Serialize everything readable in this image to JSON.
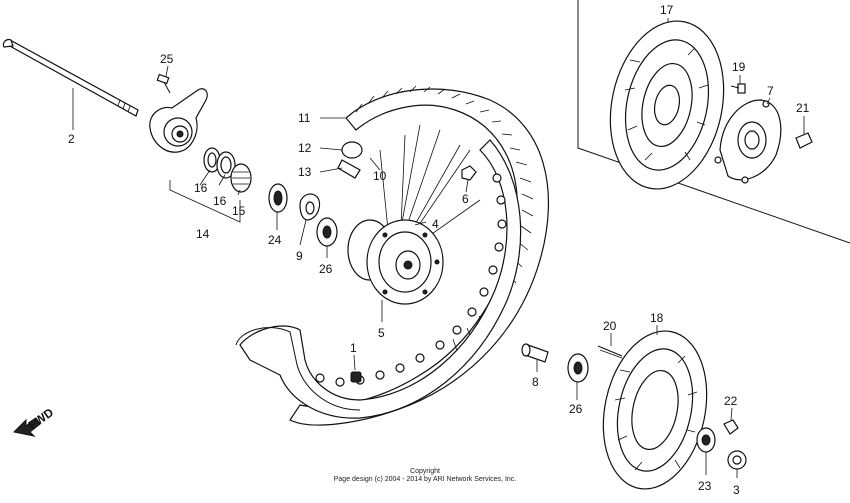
{
  "diagram": {
    "callouts": [
      "1",
      "2",
      "3",
      "4",
      "5",
      "6",
      "7",
      "8",
      "9",
      "10",
      "11",
      "12",
      "13",
      "14",
      "15",
      "16",
      "16",
      "17",
      "18",
      "19",
      "20",
      "21",
      "22",
      "23",
      "24",
      "25",
      "26",
      "26"
    ],
    "fwd_label": "FWD",
    "copyright_line1": "Copyright",
    "copyright_line2": "Page design (c) 2004 - 2014 by ARI Network Services, Inc."
  }
}
